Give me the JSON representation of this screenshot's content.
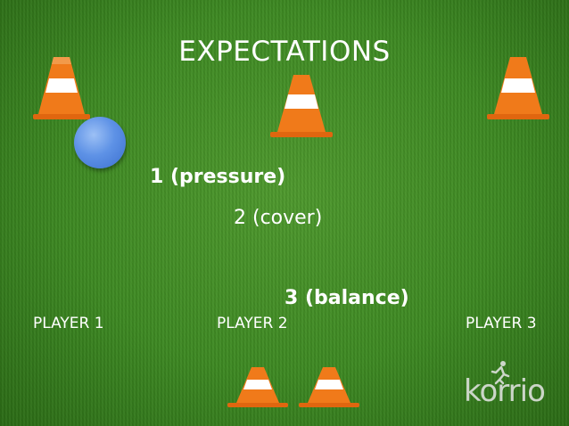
{
  "slide": {
    "title": "EXPECTATIONS",
    "roles": {
      "pressure": "1 (pressure)",
      "cover": "2 (cover)",
      "balance": "3 (balance)"
    },
    "players": {
      "player1": "PLAYER 1",
      "player2": "PLAYER 2",
      "player3": "PLAYER 3"
    },
    "logo": "korrio"
  },
  "colors": {
    "grass": "#3e8a23",
    "cone": "#f07a1a",
    "ball": "#5e92e6",
    "text": "#ffffff"
  },
  "icons": {
    "cone": "traffic-cone-icon",
    "ball": "ball-icon",
    "logo_figure": "runner-icon"
  }
}
